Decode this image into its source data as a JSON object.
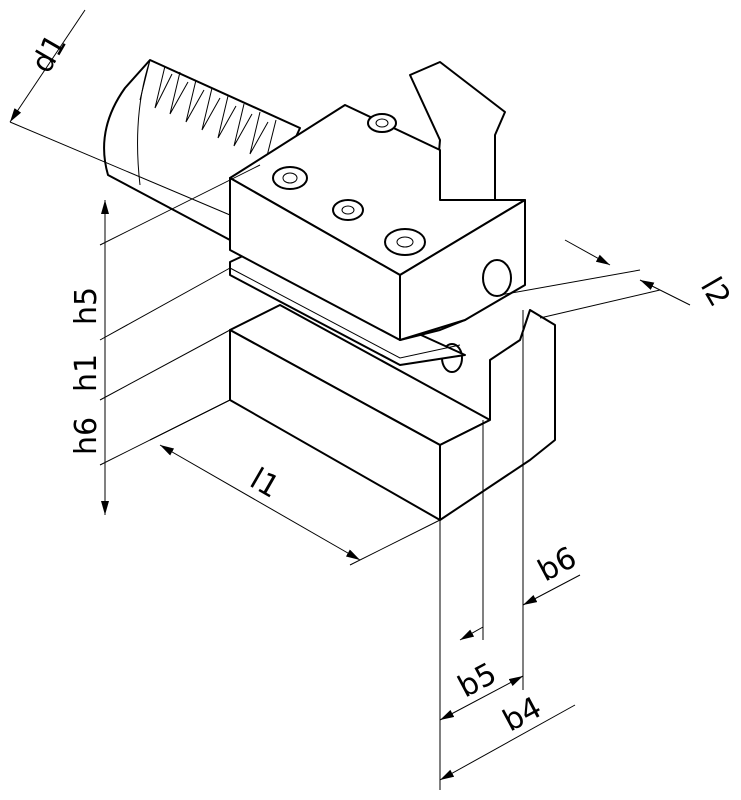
{
  "drawing": {
    "title": "VDI tool holder dimension drawing",
    "labels": {
      "d1": "d1",
      "l2": "l2",
      "h5": "h5",
      "h1": "h1",
      "h6": "h6",
      "l1": "l1",
      "b6": "b6",
      "b5": "b5",
      "b4": "b4"
    },
    "colors": {
      "line": "#000000",
      "background": "#ffffff"
    }
  }
}
